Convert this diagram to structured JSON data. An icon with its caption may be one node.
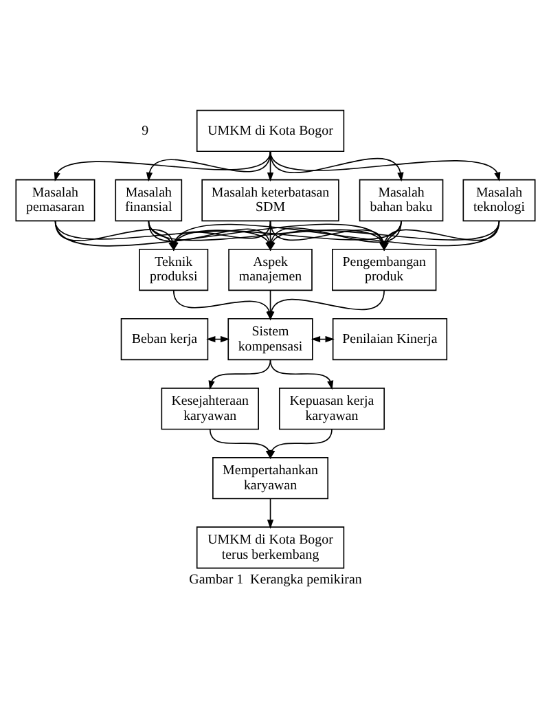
{
  "diagram": {
    "caption": "Gambar 1  Kerangka pemikiran",
    "nodes": [
      {
        "text": [
          "UMKM di Kota Bogor"
        ]
      },
      {
        "text": [
          "Masalah pemasaran"
        ]
      },
      {
        "text": [
          "Masalah finansial"
        ]
      },
      {
        "text": [
          "Masalah keterbatasan SDM"
        ]
      },
      {
        "text": [
          "Masalah bahan baku"
        ]
      },
      {
        "text": [
          "Masalah teknologi"
        ]
      },
      {
        "text": [
          "Teknik produksi"
        ]
      },
      {
        "text": [
          "Aspek manajemen"
        ]
      },
      {
        "text": [
          "Pengembangan produk"
        ]
      },
      {
        "text": [
          "Beban kerja"
        ]
      },
      {
        "text": [
          "Sistem kompensasi"
        ]
      },
      {
        "text": [
          "Penilaian Kinerja"
        ]
      },
      {
        "text": [
          "Kesejahteraan karyawan"
        ]
      },
      {
        "text": [
          "Kepuasan kerja karyawan"
        ]
      },
      {
        "text": [
          "Mempertahankan karyawan"
        ]
      },
      {
        "text": [
          "UMKM di Kota Bogor terus berkembang"
        ]
      }
    ],
    "edges": [
      {
        "from": 0,
        "to": 1,
        "arrow": "to"
      },
      {
        "from": 0,
        "to": 2,
        "arrow": "to"
      },
      {
        "from": 0,
        "to": 3,
        "arrow": "to"
      },
      {
        "from": 0,
        "to": 4,
        "arrow": "to"
      },
      {
        "from": 0,
        "to": 5,
        "arrow": "to"
      },
      {
        "from": 1,
        "to": 6,
        "arrow": "to"
      },
      {
        "from": 1,
        "to": 7,
        "arrow": "to"
      },
      {
        "from": 1,
        "to": 8,
        "arrow": "to"
      },
      {
        "from": 2,
        "to": 6,
        "arrow": "to"
      },
      {
        "from": 2,
        "to": 7,
        "arrow": "to"
      },
      {
        "from": 2,
        "to": 8,
        "arrow": "to"
      },
      {
        "from": 3,
        "to": 6,
        "arrow": "to"
      },
      {
        "from": 3,
        "to": 7,
        "arrow": "to"
      },
      {
        "from": 3,
        "to": 8,
        "arrow": "to"
      },
      {
        "from": 4,
        "to": 6,
        "arrow": "to"
      },
      {
        "from": 4,
        "to": 7,
        "arrow": "to"
      },
      {
        "from": 4,
        "to": 8,
        "arrow": "to"
      },
      {
        "from": 5,
        "to": 6,
        "arrow": "to"
      },
      {
        "from": 5,
        "to": 7,
        "arrow": "to"
      },
      {
        "from": 5,
        "to": 8,
        "arrow": "to"
      },
      {
        "from": 6,
        "to": 10,
        "arrow": "to"
      },
      {
        "from": 7,
        "to": 10,
        "arrow": "to"
      },
      {
        "from": 8,
        "to": 10,
        "arrow": "to"
      },
      {
        "from": 9,
        "to": 10,
        "arrow": "both"
      },
      {
        "from": 10,
        "to": 11,
        "arrow": "both"
      },
      {
        "from": 10,
        "to": 12,
        "arrow": "to"
      },
      {
        "from": 10,
        "to": 13,
        "arrow": "to"
      },
      {
        "from": 12,
        "to": 14,
        "arrow": "to"
      },
      {
        "from": 13,
        "to": 14,
        "arrow": "to"
      },
      {
        "from": 14,
        "to": 15,
        "arrow": "to"
      }
    ],
    "labels": [
      "9"
    ]
  }
}
